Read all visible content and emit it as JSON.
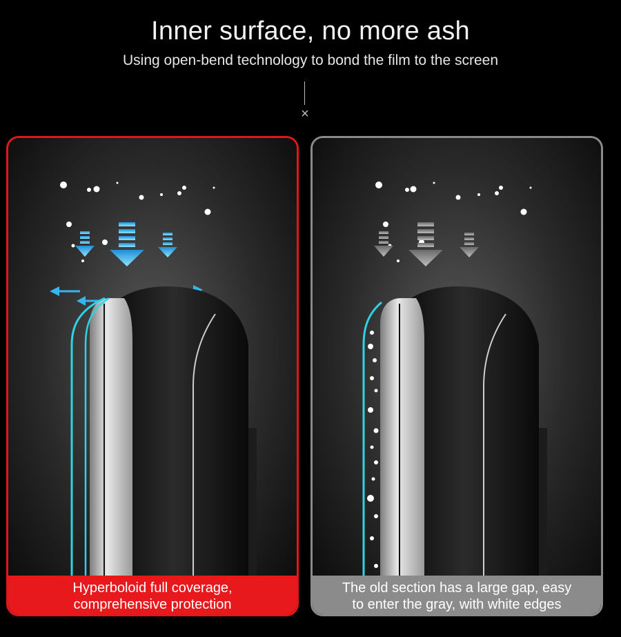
{
  "header": {
    "title": "Inner surface, no more ash",
    "subtitle": "Using open-bend technology to bond the film to the screen"
  },
  "left_panel": {
    "caption_line1": "Hyperboloid full coverage,",
    "caption_line2": "comprehensive protection",
    "border_color": "#e0181c",
    "film_color": "#2fd3e6",
    "arrow_color": "#35b6ee"
  },
  "right_panel": {
    "caption_line1": "The old section has a large gap, easy",
    "caption_line2": "to enter the gray, with white edges",
    "border_color": "#8a8a8a",
    "film_color": "#2fd3e6",
    "arrow_color": "#9a9a9a"
  },
  "icons": [
    "down-arrow-icon",
    "side-arrow-icon",
    "close-icon"
  ]
}
